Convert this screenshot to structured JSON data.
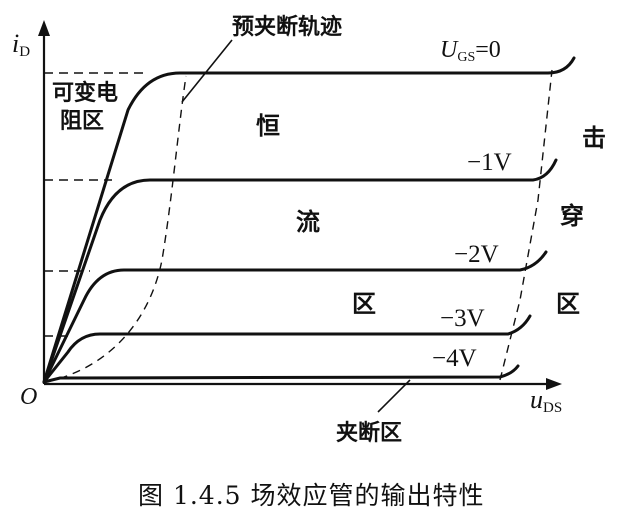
{
  "figure": {
    "caption": "图 1.4.5   场效应管的输出特性"
  },
  "axes": {
    "y_label_main": "i",
    "y_label_sub": "D",
    "x_label_main": "u",
    "x_label_sub": "DS",
    "origin": "O"
  },
  "curves": {
    "ugs0_label_main": "U",
    "ugs0_label_sub": "GS",
    "ugs0_label_value": "=0",
    "labels": [
      "−1V",
      "−2V",
      "−3V",
      "−4V"
    ]
  },
  "regions": {
    "preclip_trace": "预夹断轨迹",
    "variable_resistance_line1": "可变电",
    "variable_resistance_line2": "阻区",
    "constant_current": [
      "恒",
      "流",
      "区"
    ],
    "breakdown": [
      "击",
      "穿",
      "区"
    ],
    "cutoff": "夹断区"
  },
  "colors": {
    "ink": "#111111",
    "background": "#ffffff"
  }
}
